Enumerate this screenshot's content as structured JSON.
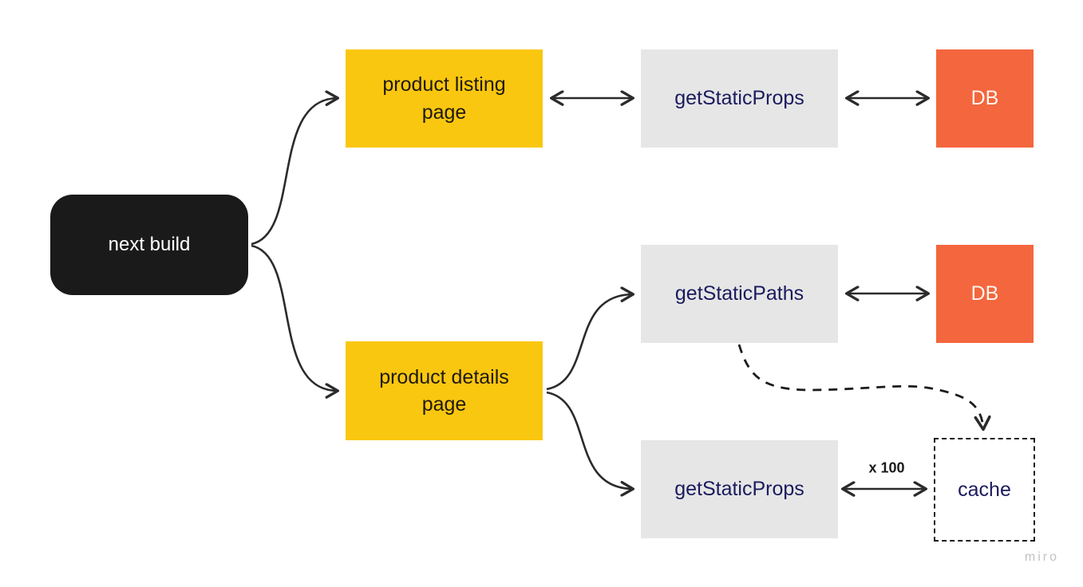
{
  "diagram": {
    "title_hint": "next build static generation flow",
    "nodes": {
      "next_build": {
        "label": "next build",
        "color": "#1a1a1a"
      },
      "product_listing": {
        "label": "product listing page",
        "color": "#fac710"
      },
      "get_static_props_top": {
        "label": "getStaticProps",
        "color": "#e6e6e6"
      },
      "db_top": {
        "label": "DB",
        "color": "#f4663d"
      },
      "get_static_paths": {
        "label": "getStaticPaths",
        "color": "#e6e6e6"
      },
      "db_mid": {
        "label": "DB",
        "color": "#f4663d"
      },
      "product_details": {
        "label": "product details page",
        "color": "#fac710"
      },
      "get_static_props_bottom": {
        "label": "getStaticProps",
        "color": "#e6e6e6"
      },
      "cache": {
        "label": "cache",
        "color": "#ffffff",
        "border": "dashed"
      }
    },
    "edge_labels": {
      "x100": "x 100"
    },
    "watermark": "miro",
    "colors": {
      "arrow": "#2b2b2b",
      "yellow": "#fac710",
      "gray": "#e6e6e6",
      "orange": "#f4663d",
      "black": "#1a1a1a",
      "navy_text": "#1b1b5e"
    }
  }
}
